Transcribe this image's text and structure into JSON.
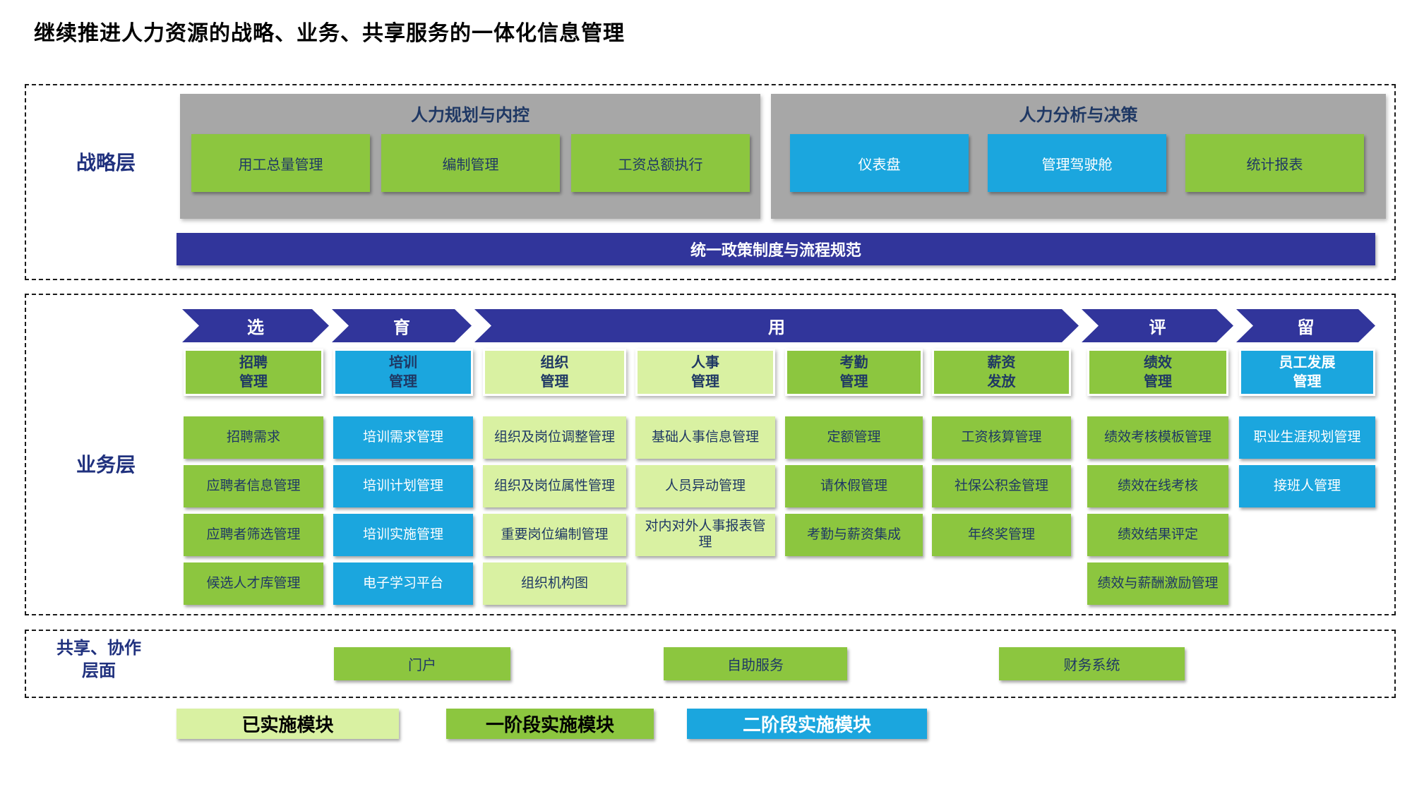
{
  "title": "继续推进人力资源的战略、业务、共享服务的一体化信息管理",
  "colors": {
    "green": "#8CC63F",
    "lightgreen": "#D9F1A2",
    "blue": "#1BA6DE",
    "indigo": "#31359B",
    "gray": "#A7A7A7",
    "navy": "#1F3864",
    "lblue": "#20317E"
  },
  "strategy": {
    "label": "战略层",
    "group1": {
      "title": "人力规划与内控",
      "items": [
        "用工总量管理",
        "编制管理",
        "工资总额执行"
      ]
    },
    "group2": {
      "title": "人力分析与决策",
      "items": [
        "仪表盘",
        "管理驾驶舱",
        "统计报表"
      ]
    },
    "policy_bar": "统一政策制度与流程规范"
  },
  "business": {
    "label": "业务层",
    "arrows": [
      "选",
      "育",
      "用",
      "评",
      "留"
    ],
    "columns": [
      {
        "header": "招聘\n管理",
        "style": "green",
        "cells": [
          "招聘需求",
          "应聘者信息管理",
          "应聘者筛选管理",
          "候选人才库管理"
        ]
      },
      {
        "header": "培训\n管理",
        "style": "blue",
        "cells": [
          "培训需求管理",
          "培训计划管理",
          "培训实施管理",
          "电子学习平台"
        ]
      },
      {
        "header": "组织\n管理",
        "style": "lightgreen",
        "cells": [
          "组织及岗位调整管理",
          "组织及岗位属性管理",
          "重要岗位编制管理",
          "组织机构图"
        ]
      },
      {
        "header": "人事\n管理",
        "style": "lightgreen",
        "cells": [
          "基础人事信息管理",
          "人员异动管理",
          "对内对外人事报表管理"
        ]
      },
      {
        "header": "考勤\n管理",
        "style": "green",
        "cells": [
          "定额管理",
          "请休假管理",
          "考勤与薪资集成"
        ]
      },
      {
        "header": "薪资\n发放",
        "style": "green",
        "cells": [
          "工资核算管理",
          "社保公积金管理",
          "年终奖管理"
        ]
      },
      {
        "header": "绩效\n管理",
        "style": "green",
        "cells": [
          "绩效考核模板管理",
          "绩效在线考核",
          "绩效结果评定",
          "绩效与薪酬激励管理"
        ]
      },
      {
        "header": "员工发展\n管理",
        "style": "blue",
        "cells": [
          "职业生涯规划管理",
          "接班人管理"
        ]
      }
    ]
  },
  "shared": {
    "label": "共享、协作\n层面",
    "items": [
      "门户",
      "自助服务",
      "财务系统"
    ]
  },
  "legend": [
    {
      "label": "已实施模块",
      "style": "lightgreen"
    },
    {
      "label": "一阶段实施模块",
      "style": "green"
    },
    {
      "label": "二阶段实施模块",
      "style": "blue"
    }
  ]
}
